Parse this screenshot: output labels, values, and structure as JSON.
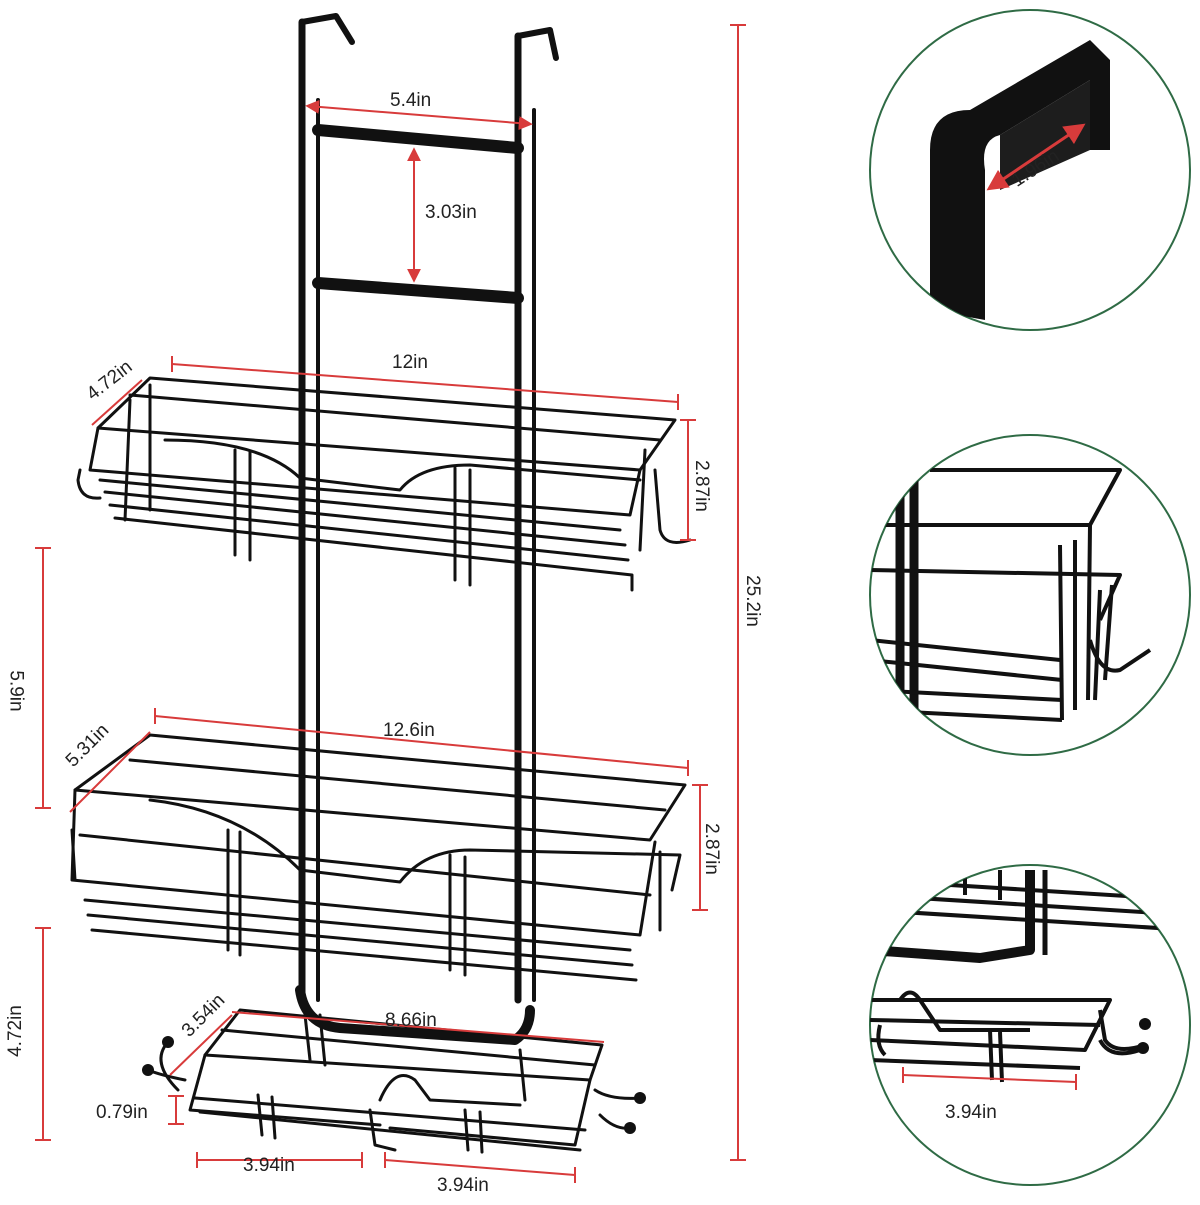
{
  "colors": {
    "frame": "#111111",
    "dimension_line": "#d83b3b",
    "callout_ring": "#2f6b45",
    "label": "#222222"
  },
  "dimensions": {
    "top_width": "5.4in",
    "rung_gap": "3.03in",
    "basket1_depth": "4.72in",
    "basket1_width": "12in",
    "basket1_height": "2.87in",
    "overall_height": "25.2in",
    "shelf_gap_upper": "5.9in",
    "basket2_depth": "5.31in",
    "basket2_width": "12.6in",
    "basket2_height": "2.87in",
    "shelf_gap_lower": "4.72in",
    "soap_depth": "3.54in",
    "soap_width": "8.66in",
    "soap_height": "0.79in",
    "soap_left_width": "3.94in",
    "soap_right_width": "3.94in"
  },
  "callouts": {
    "hook_depth": "1.96in",
    "soap_dish_width": "3.94in"
  }
}
